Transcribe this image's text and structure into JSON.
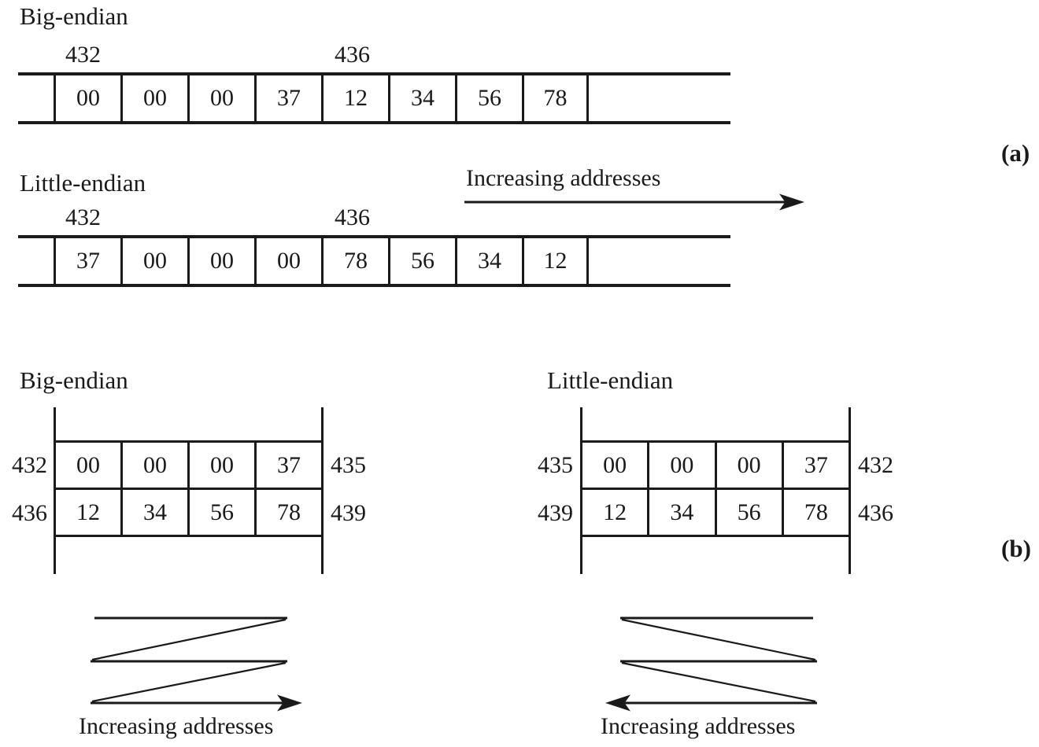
{
  "colors": {
    "ink": "#1a1a1a",
    "background": "#ffffff"
  },
  "panel_a": {
    "tag": "(a)",
    "arrow_label": "Increasing addresses",
    "big_endian": {
      "title": "Big-endian",
      "addresses": {
        "first": "432",
        "mid": "436"
      },
      "bytes": [
        "00",
        "00",
        "00",
        "37",
        "12",
        "34",
        "56",
        "78"
      ]
    },
    "little_endian": {
      "title": "Little-endian",
      "addresses": {
        "first": "432",
        "mid": "436"
      },
      "bytes": [
        "37",
        "00",
        "00",
        "00",
        "78",
        "56",
        "34",
        "12"
      ]
    }
  },
  "panel_b": {
    "tag": "(b)",
    "big_endian": {
      "title": "Big-endian",
      "arrow_label": "Increasing addresses",
      "rows": [
        {
          "addr_left": "432",
          "bytes": [
            "00",
            "00",
            "00",
            "37"
          ],
          "addr_right": "435"
        },
        {
          "addr_left": "436",
          "bytes": [
            "12",
            "34",
            "56",
            "78"
          ],
          "addr_right": "439"
        }
      ]
    },
    "little_endian": {
      "title": "Little-endian",
      "arrow_label": "Increasing addresses",
      "rows": [
        {
          "addr_left": "435",
          "bytes": [
            "00",
            "00",
            "00",
            "37"
          ],
          "addr_right": "432"
        },
        {
          "addr_left": "439",
          "bytes": [
            "12",
            "34",
            "56",
            "78"
          ],
          "addr_right": "436"
        }
      ]
    }
  }
}
